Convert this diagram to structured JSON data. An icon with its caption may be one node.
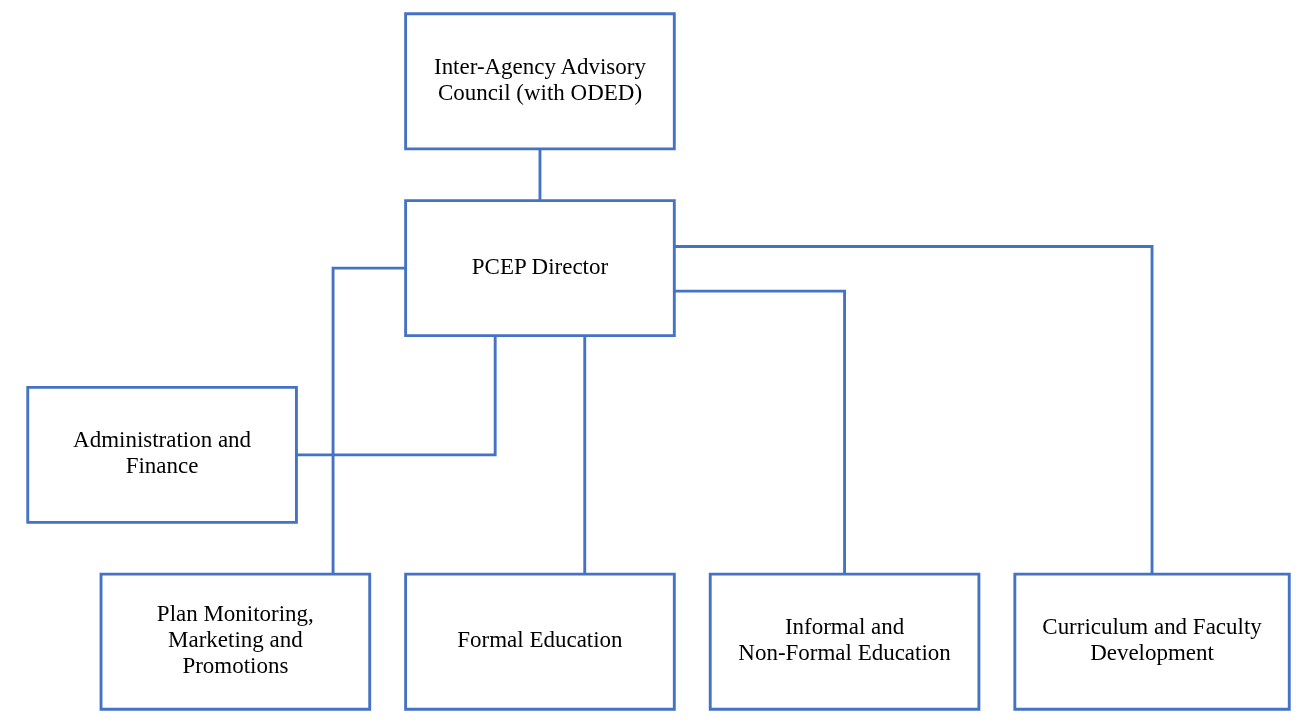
{
  "diagram": {
    "nodes": [
      {
        "text": [
          "Inter-Agency Advisory Council (with ODED)"
        ]
      },
      {
        "text": [
          "PCEP Director"
        ]
      },
      {
        "text": [
          "Administration and Finance"
        ]
      },
      {
        "text": [
          "Plan Monitoring, Marketing and Promotions"
        ]
      },
      {
        "text": [
          "Formal Education"
        ]
      },
      {
        "text": [
          "Informal and Non-Formal Education"
        ]
      },
      {
        "text": [
          "Curriculum and Faculty Development"
        ]
      }
    ],
    "edges": [
      {
        "from": 0,
        "to": 1,
        "arrow": "none"
      },
      {
        "from": 1,
        "to": 2,
        "arrow": "none"
      },
      {
        "from": 1,
        "to": 3,
        "arrow": "none"
      },
      {
        "from": 1,
        "to": 4,
        "arrow": "none"
      },
      {
        "from": 1,
        "to": 5,
        "arrow": "none"
      },
      {
        "from": 1,
        "to": 6,
        "arrow": "none"
      }
    ]
  }
}
